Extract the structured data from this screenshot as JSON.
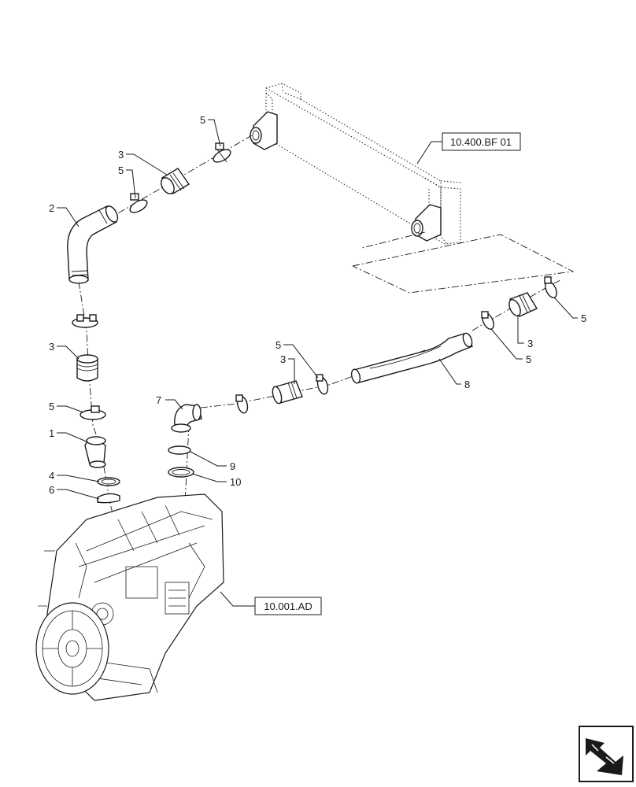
{
  "references": {
    "intercooler_ref": "10.400.BF 01",
    "engine_ref": "10.001.AD"
  },
  "callouts": {
    "c1": "1",
    "c2": "2",
    "c3a": "3",
    "c3b": "3",
    "c3c": "3",
    "c3d": "3",
    "c4": "4",
    "c5a": "5",
    "c5b": "5",
    "c5c": "5",
    "c5d": "5",
    "c5e": "5",
    "c5f": "5",
    "c6": "6",
    "c7": "7",
    "c8": "8",
    "c9": "9",
    "c10": "10"
  },
  "icons": {
    "nav": "navigation-arrow-icon"
  }
}
